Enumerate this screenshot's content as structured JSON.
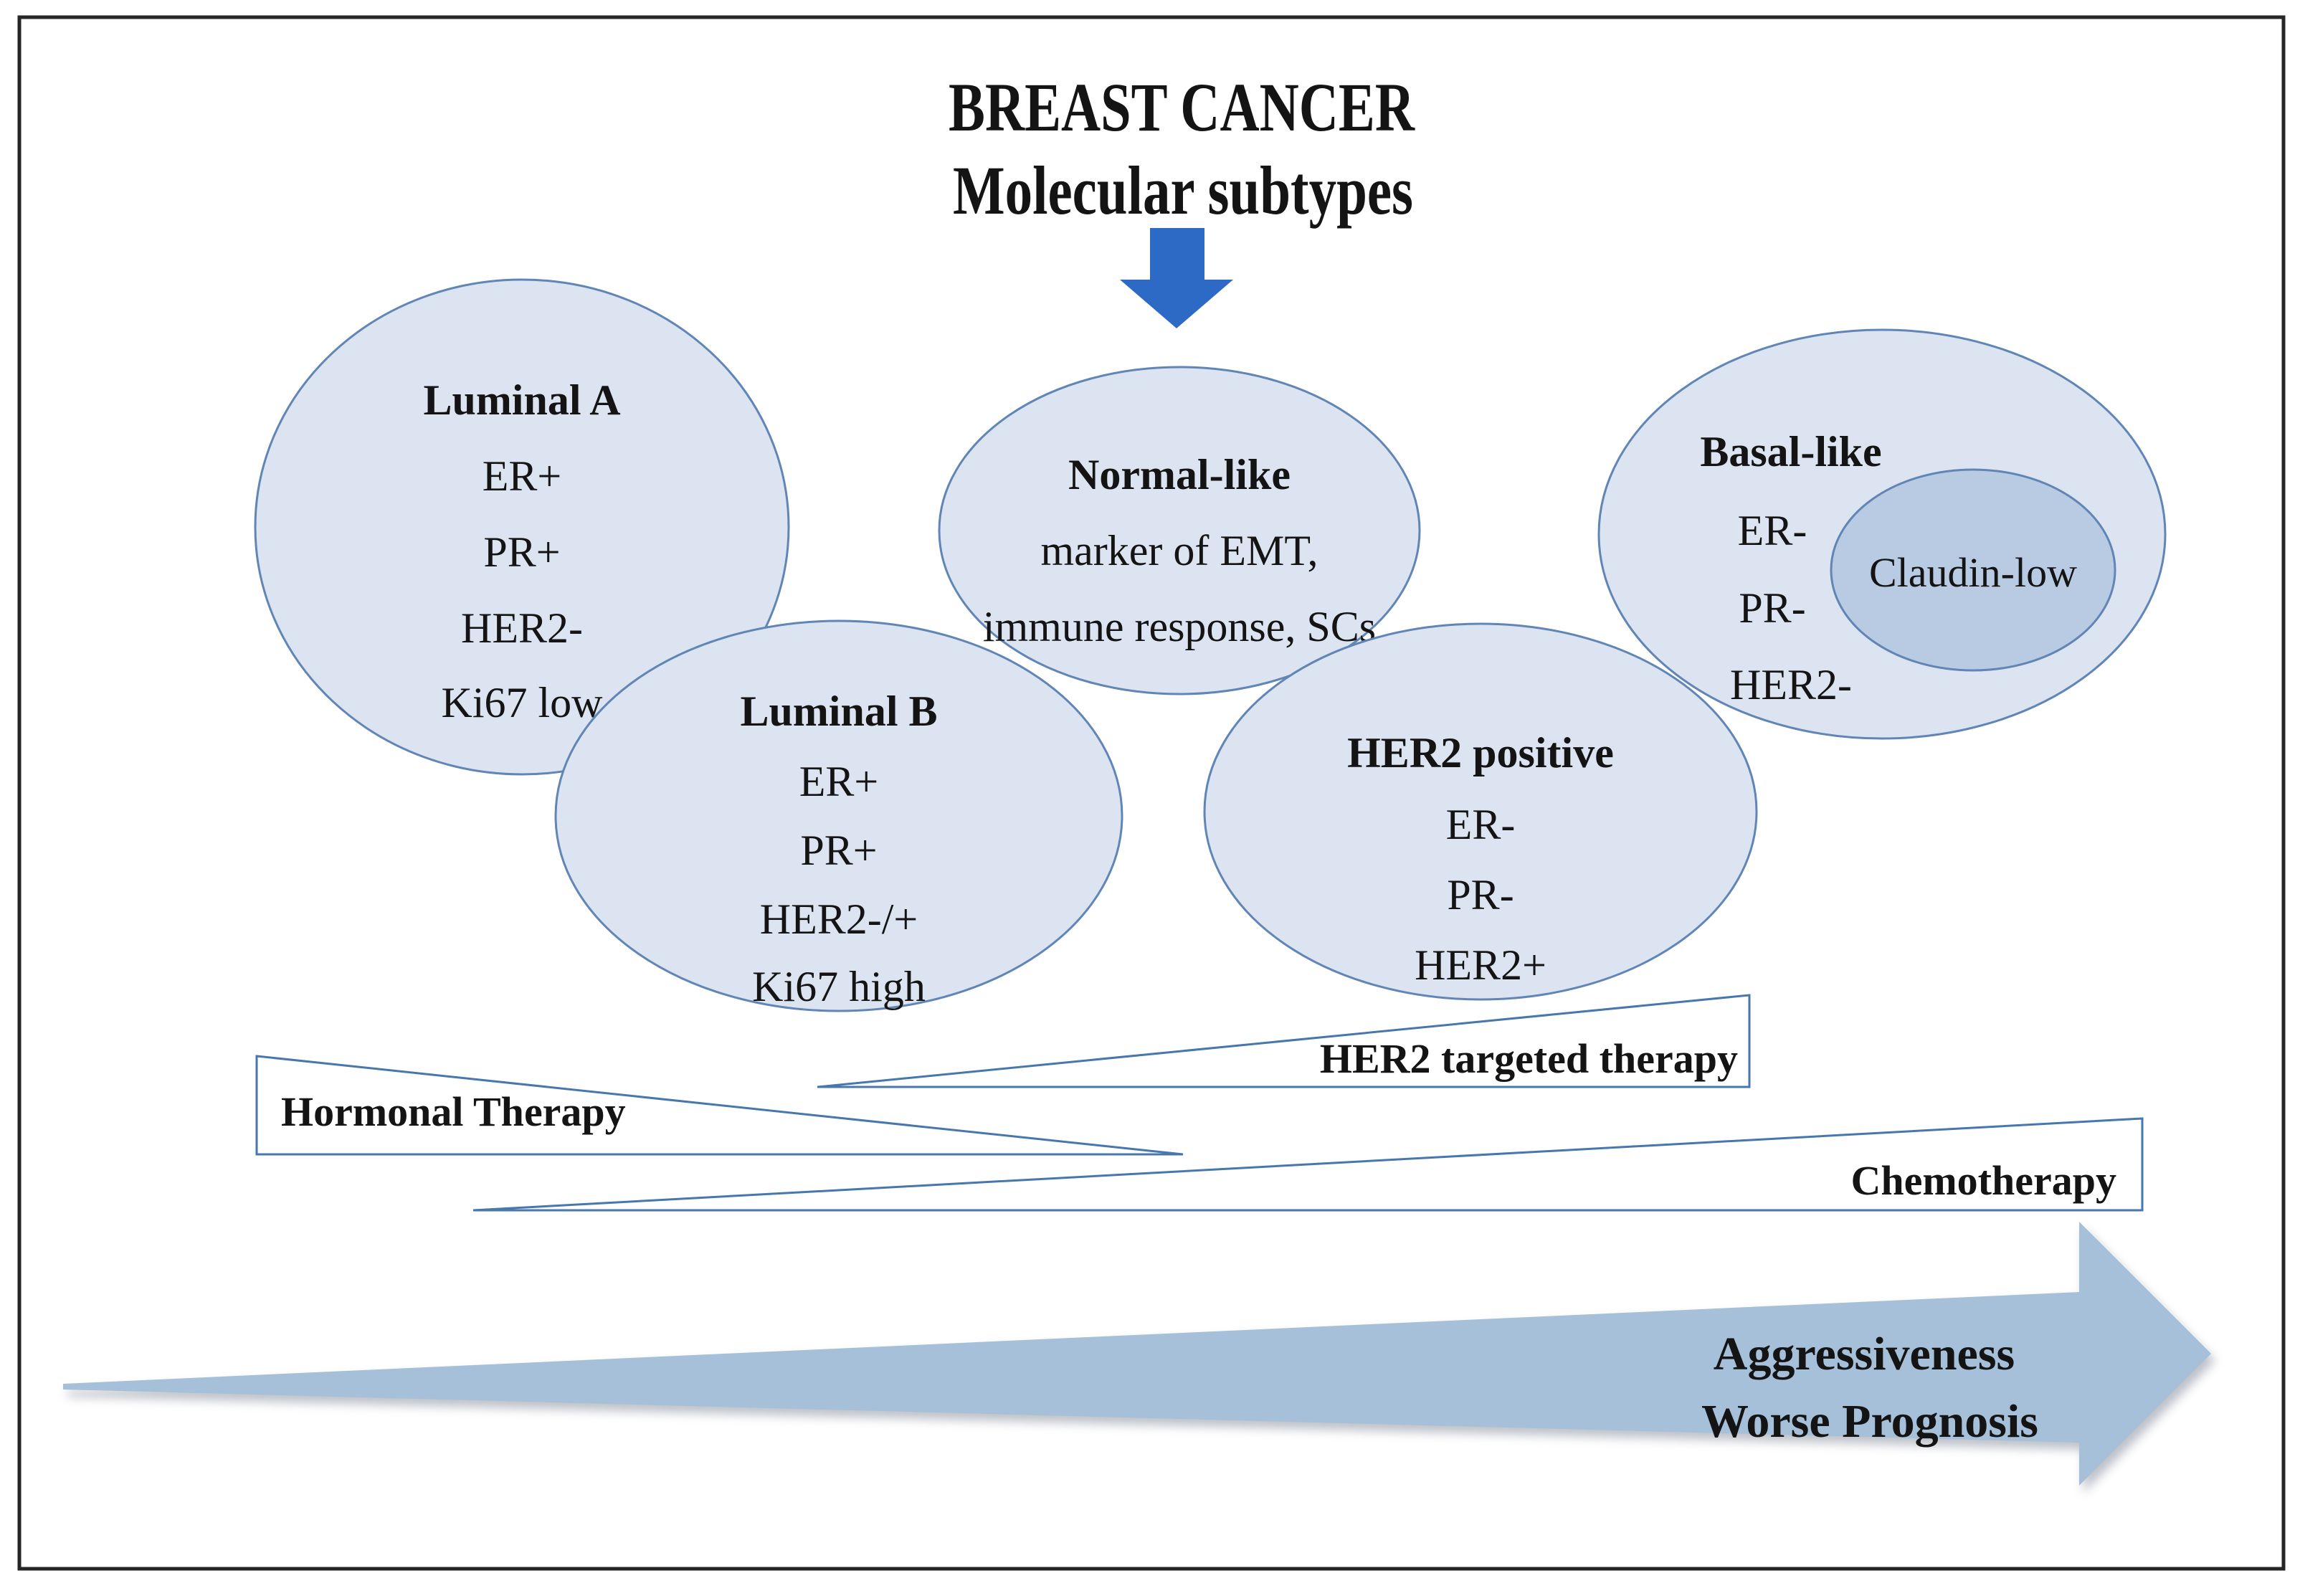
{
  "figure": {
    "title_line1": "BREAST CANCER",
    "title_line2": "Molecular subtypes"
  },
  "subtypes": [
    {
      "name": "Luminal A",
      "features": [
        "ER+",
        "PR+",
        "HER2-",
        "Ki67 low"
      ]
    },
    {
      "name": "Luminal B",
      "features": [
        "ER+",
        "PR+",
        "HER2-/+",
        "Ki67 high"
      ]
    },
    {
      "name": "Normal-like",
      "features": [
        "marker of EMT,",
        "immune response, SCs"
      ]
    },
    {
      "name": "HER2 positive",
      "features": [
        "ER-",
        "PR-",
        "HER2+"
      ]
    },
    {
      "name": "Basal-like",
      "features": [
        "ER-",
        "PR-",
        "HER2-"
      ],
      "nested_subtype": "Claudin-low"
    }
  ],
  "therapy_bars": [
    {
      "label": "Hormonal Therapy",
      "trend": "decreasing-left-to-right"
    },
    {
      "label": "HER2 targeted therapy",
      "trend": "increasing-left-to-right"
    },
    {
      "label": "Chemotherapy",
      "trend": "increasing-left-to-right"
    }
  ],
  "prognosis_arrow": {
    "line1": "Aggressiveness",
    "line2": "Worse Prognosis",
    "direction": "right"
  },
  "colors": {
    "ellipse_fill": "#dce4f1",
    "ellipse_stroke": "#6186b6",
    "nested_ellipse_fill": "#b9cbe3",
    "down_arrow_blue": "#2d6ac5",
    "prognosis_arrow_fill": "#a5c0d8",
    "triangle_fill": "#ffffff",
    "triangle_stroke": "#4877ae",
    "frame_border": "#262626",
    "text": "#141414"
  }
}
